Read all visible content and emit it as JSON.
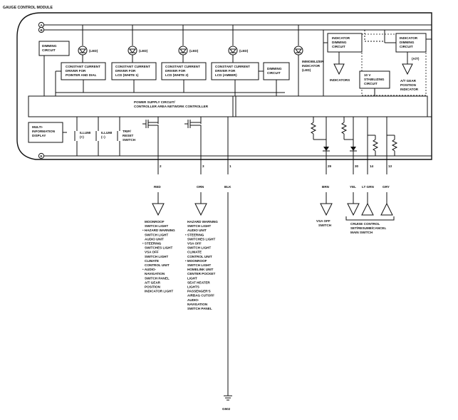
{
  "module": {
    "title": "GAUGE CONTROL MODULE"
  },
  "buses": {
    "a": "A",
    "b": "B",
    "e": "E"
  },
  "blocks": {
    "dimming_left": [
      "DIMMING",
      "CIRCUIT"
    ],
    "cc_pointer": [
      "CONSTANT CURRENT",
      "DRIVER FOR",
      "POINTER AND DIAL"
    ],
    "cc_white1": [
      "CONSTANT CURRENT",
      "DRIVER FOR",
      "LCD (WHITE 1)"
    ],
    "cc_white2": [
      "CONSTANT CURRENT",
      "DRIVER FOR",
      "LCD (WHITE 2)"
    ],
    "cc_amber": [
      "CONSTANT CURRENT",
      "DRIVER FOR",
      "LCD (AMBER)"
    ],
    "dimming_mid": [
      "DIMMING",
      "CIRCUIT"
    ],
    "indicator_dimming_1": [
      "INDICATOR",
      "DIMMING",
      "CIRCUIT"
    ],
    "indicator_dimming_2": [
      "INDICATOR",
      "DIMMING",
      "CIRCUIT"
    ],
    "stabilizing": [
      "10 V",
      "STABILIZING",
      "CIRCUIT"
    ],
    "power_supply": [
      "POWER SUPPLY CIRCUIT/",
      "CONTROLLER AREA NETWORK CONTROLLER"
    ],
    "mid_display": [
      "MULTI-",
      "INFORMATION",
      "DISPLAY"
    ]
  },
  "leds": {
    "label": "(LED)",
    "immobilizer": [
      "IMMOBILIZER",
      "INDICATOR",
      "(LED)"
    ]
  },
  "indicators": {
    "label": "INDICATORS"
  },
  "at_gear": {
    "tag": "(A/T)",
    "label": [
      "A/T GEAR",
      "POSITION",
      "INDICATOR"
    ]
  },
  "switches": {
    "illumi_plus": [
      "ILLUMI",
      "(+)"
    ],
    "illumi_minus": [
      "ILLUMI",
      "(−)"
    ],
    "trip_reset": [
      "TRIP/",
      "RESET",
      "SWITCH"
    ]
  },
  "pins": {
    "p2": {
      "num": "2",
      "color": "RED"
    },
    "p3": {
      "num": "3",
      "color": "ORN"
    },
    "p1": {
      "num": "1",
      "color": "BLK"
    },
    "p29": {
      "num": "29",
      "color": "BRN"
    },
    "p30": {
      "num": "30",
      "color": "YEL"
    },
    "p14": {
      "num": "14",
      "color": "LT GRN"
    },
    "p13": {
      "num": "13",
      "color": "GRY"
    }
  },
  "lists": {
    "red": [
      "MOONROOF",
      "SWITCH LIGHT",
      "• HAZARD WARNING",
      "SWITCH LIGHT",
      "AUDIO UNIT",
      "• STEERING",
      "SWITCHES LIGHT",
      "VSA OFF",
      "SWITCH LIGHT",
      "CLIMATE",
      "CONTROL UNIT",
      "• AUDIO-",
      "NAVIGATION",
      "SWITCH PANEL",
      "A/T GEAR",
      "POSITION",
      "INDICATOR LIGHT"
    ],
    "orn": [
      "HAZARD WARNING",
      "SWITCH LIGHT",
      "AUDIO UNIT",
      "• STEERING",
      "SWITCHES LIGHT",
      "VSA OFF",
      "SWITCH LIGHT",
      "CLIMATE",
      "CONTROL UNIT",
      "• MOONROOF",
      "SWITCH LIGHT",
      "HOMELINK UNIT",
      "CENTER POCKET",
      "LIGHT",
      "SEAT HEATER",
      "LIGHTS",
      "PASSENGER'S",
      "AIRBAG CUTOFF",
      "AUDIO-",
      "NAVIGATION",
      "SWITCH PANEL"
    ]
  },
  "vsa_off": [
    "VSA OFF",
    "SWITCH"
  ],
  "cruise": [
    "CRUISE CONTROL",
    "SET/RESUME/CANCEL",
    "MAIN SWITCH"
  ],
  "ground": "G502"
}
